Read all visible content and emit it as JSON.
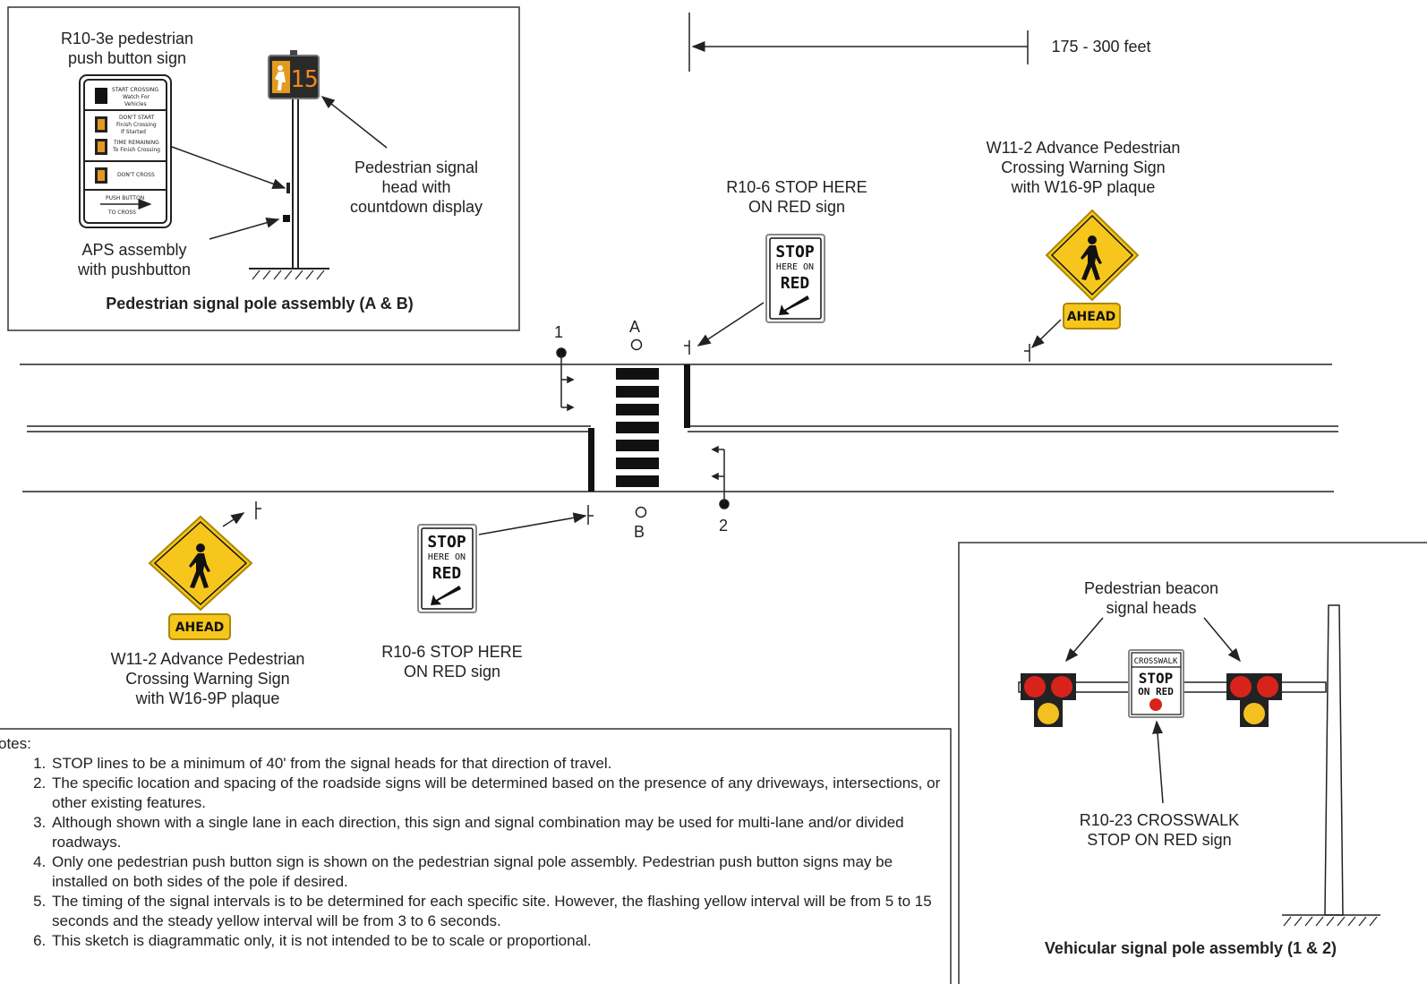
{
  "inset_ped": {
    "title": "Pedestrian signal pole assembly (A & B)",
    "pushbutton_label_1": "R10-3e pedestrian",
    "pushbutton_label_2": "push button sign",
    "signal_label_1": "Pedestrian signal",
    "signal_label_2": "head with",
    "signal_label_3": "countdown display",
    "aps_label_1": "APS assembly",
    "aps_label_2": "with pushbutton",
    "countdown": "15",
    "pb_rows": [
      "START CROSSING",
      "Watch For",
      "Vehicles",
      "DON'T START",
      "Finish Crossing",
      "If Started",
      "TIME REMAINING",
      "To Finish Crossing",
      "DON'T CROSS",
      "PUSH BUTTON",
      "TO CROSS"
    ]
  },
  "dimension": {
    "label": "175 - 300 feet"
  },
  "upper": {
    "stop_sign_label_1": "R10-6 STOP HERE",
    "stop_sign_label_2": "ON RED sign",
    "warning_label_1": "W11-2 Advance Pedestrian",
    "warning_label_2": "Crossing Warning Sign",
    "warning_label_3": "with W16-9P plaque"
  },
  "lower": {
    "stop_sign_label_1": "R10-6 STOP HERE",
    "stop_sign_label_2": "ON RED sign",
    "warning_label_1": "W11-2 Advance Pedestrian",
    "warning_label_2": "Crossing Warning Sign",
    "warning_label_3": "with W16-9P plaque"
  },
  "sign_text": {
    "stop": "STOP",
    "here_on": "HERE ON",
    "red": "RED",
    "ahead": "AHEAD"
  },
  "markers": {
    "pole_1": "1",
    "pole_2": "2",
    "point_a": "A",
    "point_b": "B"
  },
  "inset_veh": {
    "title": "Vehicular signal pole assembly (1 & 2)",
    "beacon_label_1": "Pedestrian beacon",
    "beacon_label_2": "signal heads",
    "r1023_label_1": "R10-23 CROSSWALK",
    "r1023_label_2": "STOP ON RED sign",
    "sign_crosswalk": "CROSSWALK",
    "sign_stop": "STOP",
    "sign_on_red": "ON RED"
  },
  "notes": {
    "heading": "otes:",
    "items": [
      "STOP lines to be a minimum of 40' from the signal heads for that direction of travel.",
      "The specific location and spacing of the roadside signs will be determined based on the presence of any driveways, intersections, or other existing features.",
      "Although shown with a single lane in each direction, this sign and signal combination may be used for multi-lane and/or divided roadways.",
      "Only one pedestrian push button sign is shown on the pedestrian signal pole assembly.  Pedestrian push button signs may be installed on both sides of the pole if desired.",
      "The timing of the signal intervals is to be determined for each specific site.  However, the flashing yellow interval will be from 5 to 15 seconds and the steady yellow interval will be from 3 to 6 seconds.",
      "This sketch is diagrammatic only, it is not intended to be to scale or proportional."
    ]
  }
}
